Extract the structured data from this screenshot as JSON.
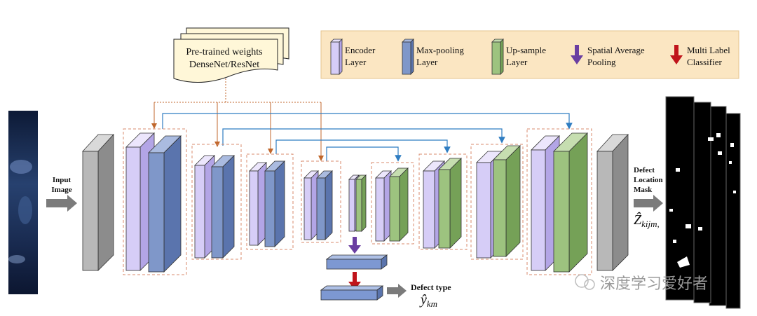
{
  "weights_doc": {
    "line1": "Pre-trained weights",
    "line2": "DenseNet/ResNet"
  },
  "legend": {
    "items": [
      {
        "line1": "Encoder",
        "line2": "Layer",
        "icon": "encoder-layer-icon"
      },
      {
        "line1": "Max-pooling",
        "line2": "Layer",
        "icon": "max-pooling-layer-icon"
      },
      {
        "line1": "Up-sample",
        "line2": "Layer",
        "icon": "up-sample-layer-icon"
      },
      {
        "line1": "Spatial Average",
        "line2": "Pooling",
        "icon": "purple-down-arrow-icon"
      },
      {
        "line1": "Multi Label",
        "line2": "Classifier",
        "icon": "red-down-arrow-icon"
      }
    ]
  },
  "input": {
    "line1": "Input",
    "line2": "Image"
  },
  "output": {
    "line1": "Defect",
    "line2": "Location",
    "line3": "Mask",
    "symbol": "Ẑ",
    "symbol_subscript": "kijm,"
  },
  "classifier_output": {
    "label": "Defect type",
    "symbol": "ŷ",
    "symbol_subscript": "km"
  },
  "watermark": {
    "text": "深度学习爱好者"
  },
  "colors": {
    "encoder": "#d6cdf7",
    "max_pooling": "#7f97c9",
    "up_sample": "#9dc37f",
    "gray_block": "#b8b8b8",
    "skip_orange": "#c0672c",
    "skip_blue": "#2f7dc2",
    "legend_bg": "#fbe6c2",
    "dashed_box": "#d88b6c",
    "pool_arrow": "#6a3ea1",
    "classifier_arrow": "#c0141b",
    "flat_bar": "#7d98d2"
  }
}
